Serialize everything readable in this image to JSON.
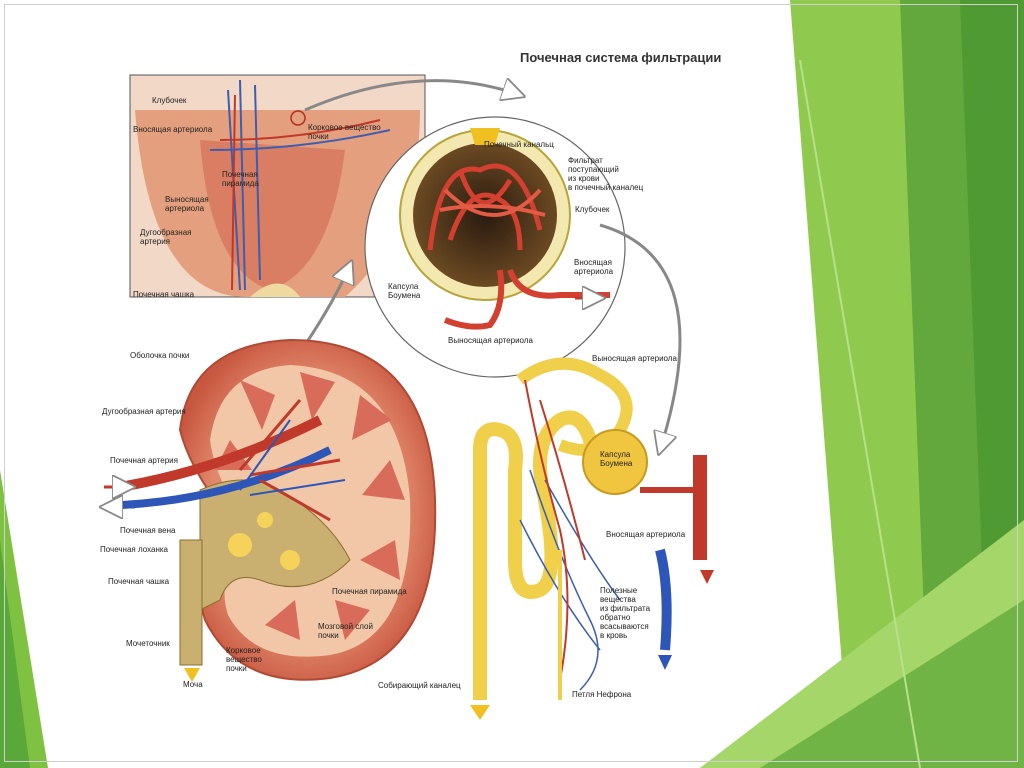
{
  "title": "Почечная система фильтрации",
  "labels": {
    "glomerulus_top": "Клубочек",
    "afferent_top": "Вносящая артериола",
    "cortex_top": "Корковое вещество\nпочки",
    "pyramid": "Почечная\nпирамида",
    "efferent_top": "Выносящая\nартериола",
    "arcuate_top": "Дугообразная\nартерия",
    "calyx_top": "Почечная чашка",
    "renal_canal": "Почечный канальц",
    "filtrate": "Фильтрат\nпоступающий\nиз крови\nв почечный каналец",
    "glomerulus_mid": "Клубочек",
    "afferent_mid": "Вносящая\nартериола",
    "bowman_mid": "Капсула\nБоумена",
    "efferent_mid": "Выносящая артериола",
    "capsule_kidney": "Оболочка почки",
    "arcuate_kidney": "Дугообразная артерия",
    "renal_artery": "Почечная артерия",
    "renal_vein": "Почечная вена",
    "renal_pelvis": "Почечная лоханка",
    "calyx_kidney": "Почечная чашка",
    "ureter": "Мочеточник",
    "urine": "Моча",
    "renal_pyramid": "Почечная пирамида",
    "medulla": "Мозговой слой\nпочки",
    "cortex_kidney": "Корковое\nвещество\nпочки",
    "efferent_right": "Выносящая артериола",
    "bowman_right": "Капсула\nБоумена",
    "afferent_right": "Вносящая артериола",
    "useful": "Полезные\nвещества\nиз фильтрата\nобратно\nвсасываются\nв кровь",
    "collecting_duct": "Собирающий каналец",
    "loop": "Петля Нефрона"
  }
}
